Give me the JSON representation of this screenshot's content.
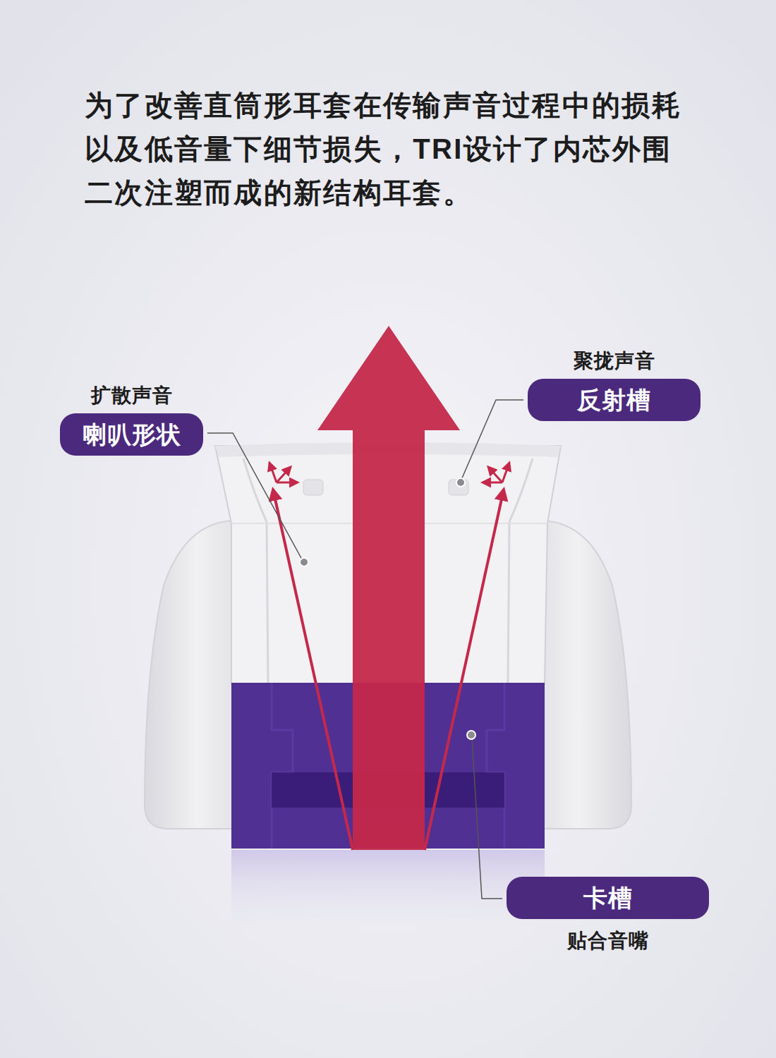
{
  "diagram": {
    "title": "为了改善直筒形耳套在传输声音过程中的损耗以及低音量下细节损失，TRI设计了内芯外围二次注塑而成的新结构耳套。",
    "nodes": [
      {
        "text": [
          "扩散声音",
          "喇叭形状"
        ]
      },
      {
        "text": [
          "聚拢声音",
          "反射槽"
        ]
      },
      {
        "text": [
          "卡槽",
          "贴合音嘴"
        ]
      }
    ]
  }
}
